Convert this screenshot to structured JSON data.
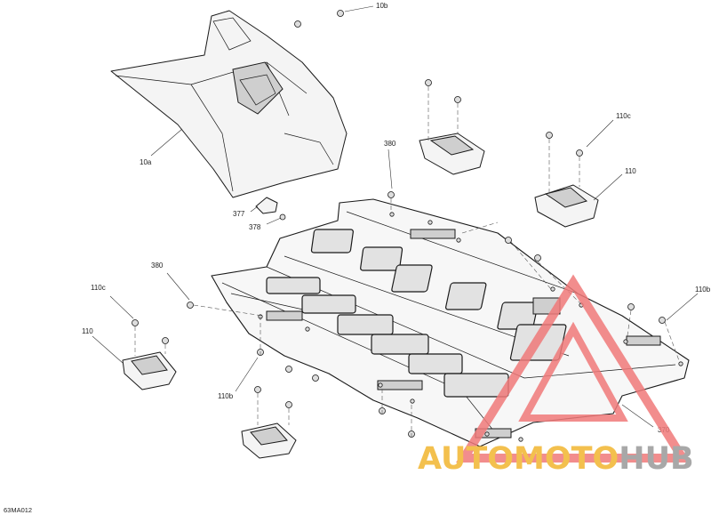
{
  "diagram": {
    "figure_code": "63MA012",
    "callouts": [
      {
        "id": "10b-top",
        "label": "10b"
      },
      {
        "id": "10a",
        "label": "10a"
      },
      {
        "id": "380-top",
        "label": "380"
      },
      {
        "id": "110c-right",
        "label": "110c"
      },
      {
        "id": "110-right",
        "label": "110"
      },
      {
        "id": "377",
        "label": "377"
      },
      {
        "id": "378",
        "label": "378"
      },
      {
        "id": "380-left",
        "label": "380"
      },
      {
        "id": "110c-left",
        "label": "110c"
      },
      {
        "id": "110-left",
        "label": "110"
      },
      {
        "id": "110b-bottom",
        "label": "110b"
      },
      {
        "id": "110b-right",
        "label": "110b"
      },
      {
        "id": "370",
        "label": "370"
      }
    ]
  },
  "watermark": {
    "part1": "AUTOMOTO",
    "part2": "HUB",
    "color_primary": "#f07a7a",
    "color_secondary": "#f2b630",
    "color_tertiary": "#999999"
  }
}
